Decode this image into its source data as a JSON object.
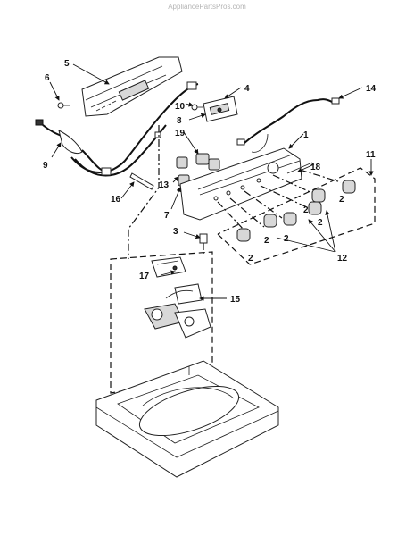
{
  "watermark": "AppliancePartsPros.com",
  "callouts": {
    "c1": "1",
    "c2a": "2",
    "c2b": "2",
    "c2c": "2",
    "c2d": "2",
    "c2e": "2",
    "c2f": "2",
    "c3": "3",
    "c4": "4",
    "c5": "5",
    "c6": "6",
    "c7": "7",
    "c8": "8",
    "c9": "9",
    "c10": "10",
    "c11": "11",
    "c12": "12",
    "c13": "13",
    "c14": "14",
    "c15": "15",
    "c16": "16",
    "c17": "17",
    "c18": "18",
    "c19": "19"
  }
}
